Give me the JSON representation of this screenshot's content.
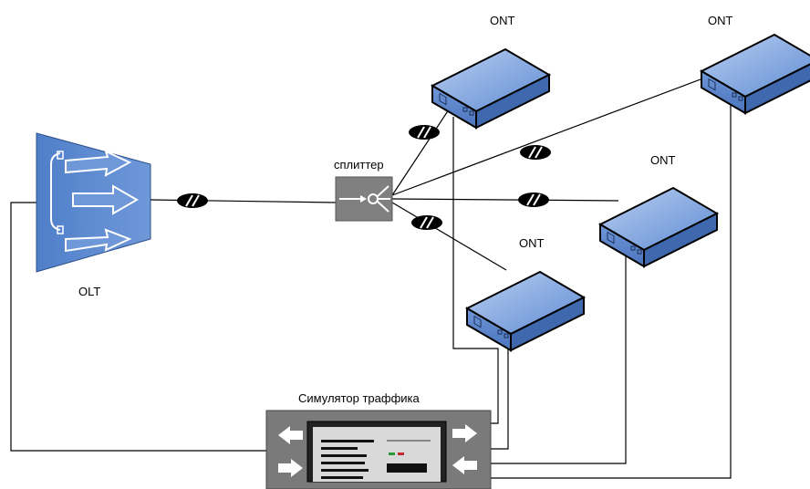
{
  "labels": {
    "olt": "OLT",
    "splitter": "сплиттер",
    "simulator": "Симулятор траффика",
    "ont_top_center": "ONT",
    "ont_top_right": "ONT",
    "ont_mid_right": "ONT",
    "ont_bottom": "ONT"
  },
  "colors": {
    "device_blue": "#5a86cc",
    "device_blue_light": "#8fb1e6",
    "splitter_gray": "#808080",
    "simulator_gray": "#777777",
    "fiber_break": "#000000"
  },
  "icons": {
    "olt": "olt-icon",
    "ont": "ont-icon",
    "splitter": "splitter-icon",
    "simulator": "traffic-simulator-icon",
    "break": "fiber-break-icon"
  }
}
